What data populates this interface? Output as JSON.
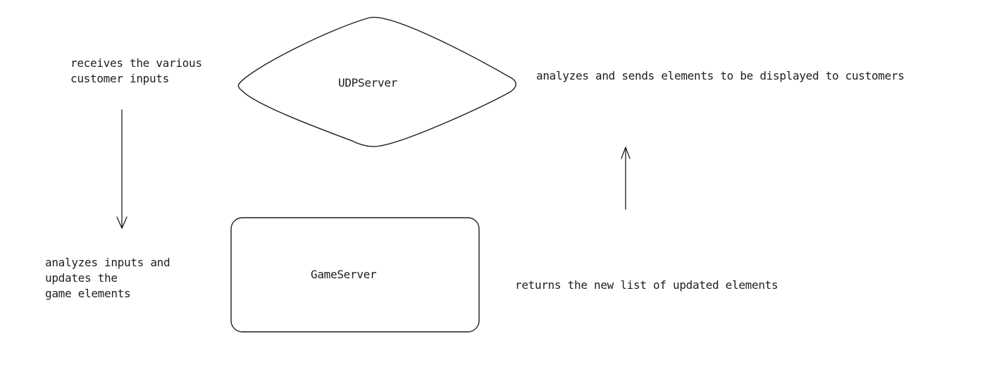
{
  "nodes": {
    "udp_server": {
      "label": "UDPServer"
    },
    "game_server": {
      "label": "GameServer"
    }
  },
  "notes": {
    "receives": "receives the various\ncustomer inputs",
    "analyzes_inputs": "analyzes inputs and\nupdates the\ngame elements",
    "returns": "returns the new list of updated elements",
    "sends": "analyzes and sends elements to be displayed to customers"
  },
  "colors": {
    "stroke": "#1e1e1e",
    "background": "#ffffff"
  }
}
